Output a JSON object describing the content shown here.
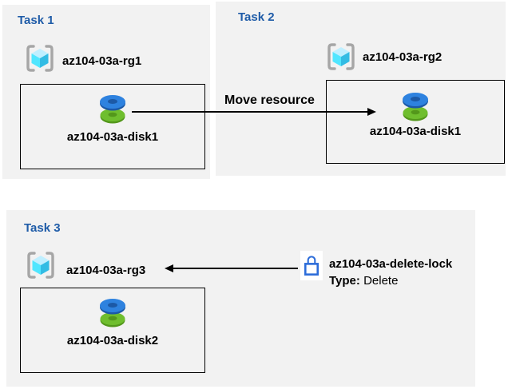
{
  "colors": {
    "panel_bg": "#f2f2f2",
    "title_blue": "#1f5ca8",
    "text_black": "#000000",
    "box_border": "#000000",
    "arrow_black": "#000000",
    "bracket_gray": "#a6a6a6",
    "cube_top": "#bfefff",
    "cube_left": "#50e6ff",
    "cube_right": "#32bce4",
    "disk_blue": "#2e82df",
    "disk_blue_rim": "#1c59a6",
    "disk_green": "#6fbe2e",
    "disk_green_rim": "#53971b",
    "lock_blue": "#2c6cd9"
  },
  "tasks": [
    {
      "title": "Task 1",
      "resource_group": "az104-03a-rg1",
      "resource": "az104-03a-disk1"
    },
    {
      "title": "Task 2",
      "resource_group": "az104-03a-rg2",
      "resource": "az104-03a-disk1"
    },
    {
      "title": "Task 3",
      "resource_group": "az104-03a-rg3",
      "resource": "az104-03a-disk2"
    }
  ],
  "arrows": {
    "move_label": "Move resource"
  },
  "lock": {
    "name": "az104-03a-delete-lock",
    "type_label": "Type:",
    "type_value": "Delete"
  }
}
